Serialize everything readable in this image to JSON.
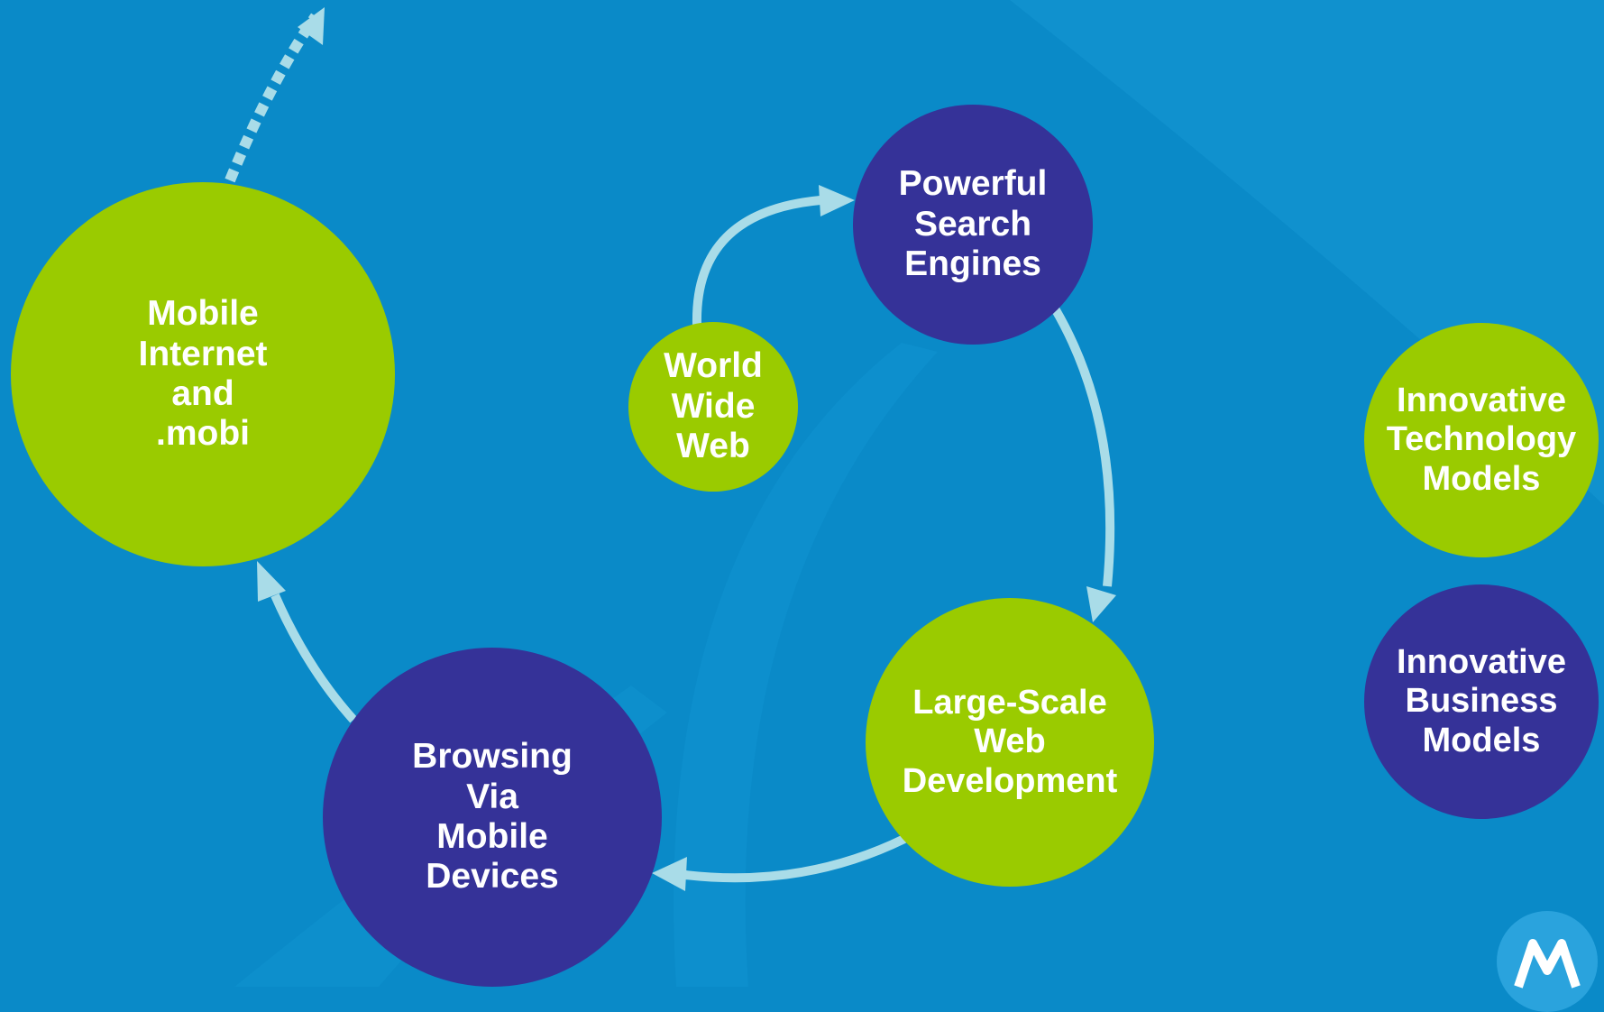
{
  "colors": {
    "background": "#0a8ac8",
    "green_node": "#9acb00",
    "purple_node": "#353298",
    "arrow": "#a9dce8",
    "text": "#ffffff"
  },
  "nodes": {
    "mobile_internet": "Mobile\nInternet\nand\n.mobi",
    "world_wide_web": "World\nWide\nWeb",
    "search_engines": "Powerful\nSearch\nEngines",
    "web_development": "Large-Scale\nWeb\nDevelopment",
    "browsing_mobile": "Browsing\nVia\nMobile\nDevices",
    "tech_models": "Innovative\nTechnology\nModels",
    "business_models": "Innovative\nBusiness\nModels"
  },
  "logo": {
    "icon": "motorola-batwing-icon"
  }
}
